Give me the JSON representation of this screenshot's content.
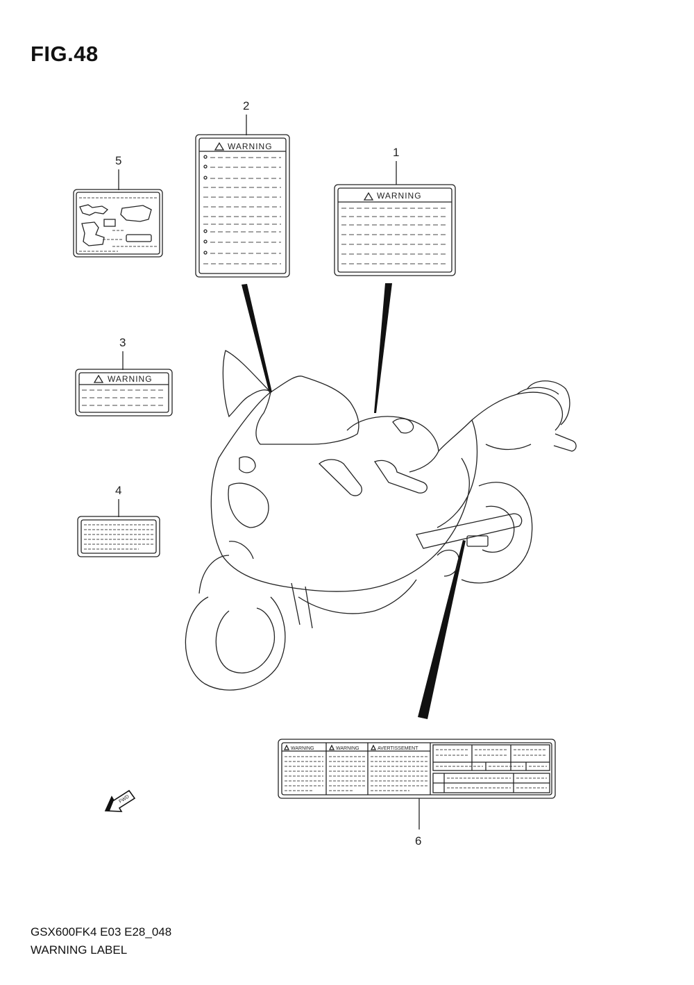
{
  "figure": {
    "title": "FIG.48",
    "model_code": "GSX600FK4 E03 E28_048",
    "section_name": "WARNING LABEL"
  },
  "callouts": [
    "1",
    "2",
    "3",
    "4",
    "5",
    "6"
  ],
  "labels": {
    "warning_text": "WARNING",
    "avertissement_text": "AVERTISSEMENT",
    "fwd_text": "FWD"
  },
  "icons": {
    "warning_triangle": "warning-triangle-icon",
    "direction_arrow": "fwd-arrow-icon"
  }
}
